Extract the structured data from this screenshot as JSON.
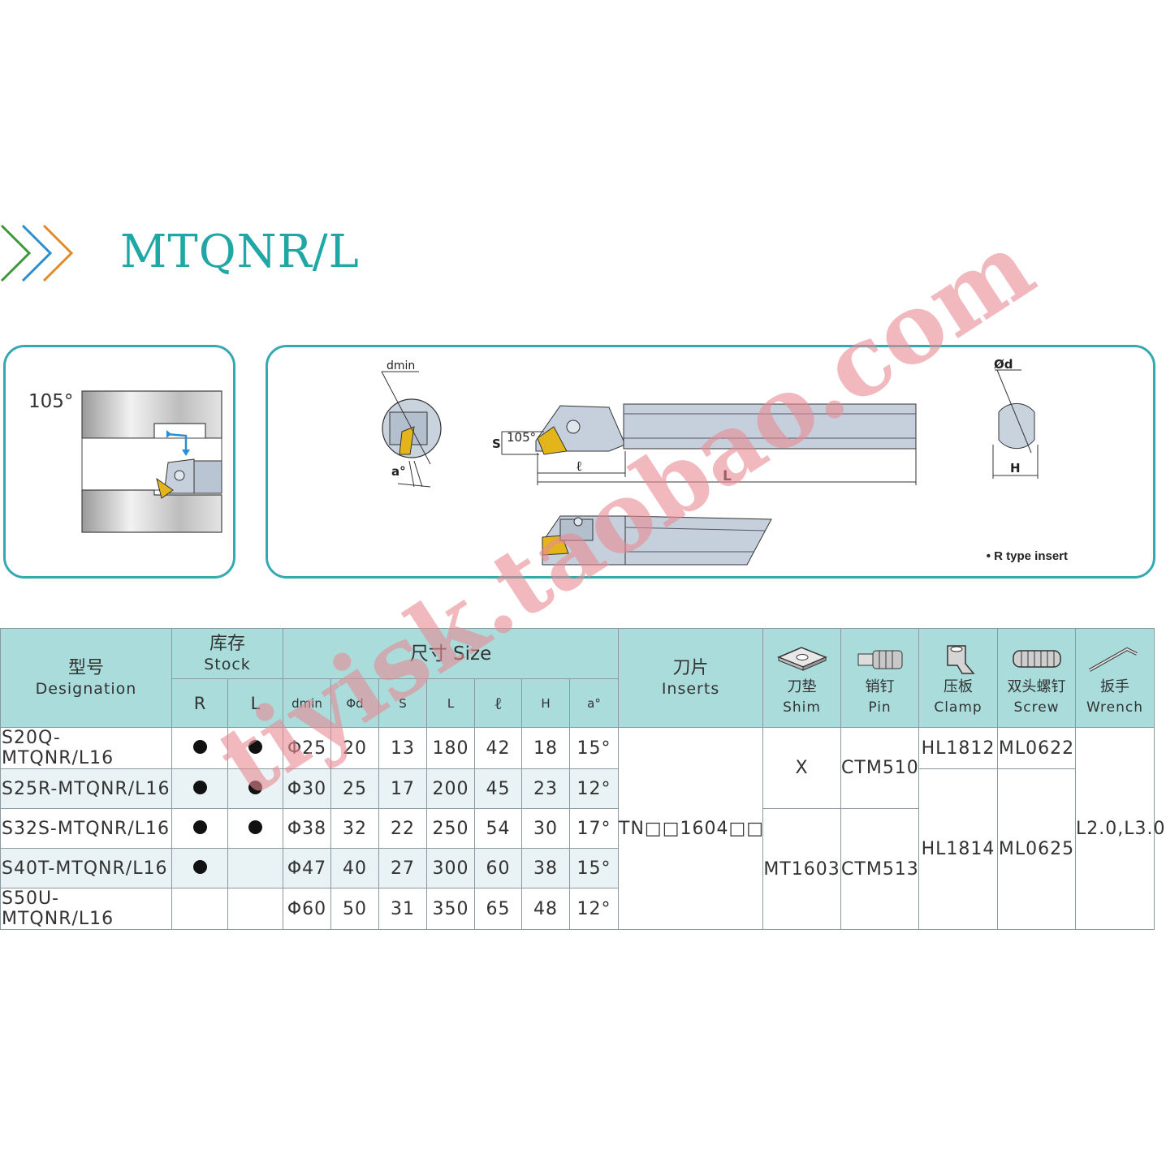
{
  "header": {
    "title": "MTQNR/L"
  },
  "diagram": {
    "angle_label": "105°",
    "label_dmin": "dmin",
    "label_od": "Ød",
    "label_s": "S",
    "label_angle": "105°",
    "label_a": "a°",
    "label_l_small": "ℓ",
    "label_L": "L",
    "label_H": "H",
    "note": "• R type insert"
  },
  "watermark": "tiyisk.taobao.com",
  "table": {
    "designation_cn": "型号",
    "designation_en": "Designation",
    "stock_cn": "库存",
    "stock_en": "Stock",
    "stock_r": "R",
    "stock_l": "L",
    "size_title": "尺寸 Size",
    "size_cols": [
      "dmin",
      "Φd",
      "S",
      "L",
      "ℓ",
      "H",
      "a°"
    ],
    "inserts_cn": "刀片",
    "inserts_en": "Inserts",
    "shim_cn": "刀垫",
    "shim_en": "Shim",
    "pin_cn": "销钉",
    "pin_en": "Pin",
    "clamp_cn": "压板",
    "clamp_en": "Clamp",
    "screw_cn": "双头螺钉",
    "screw_en": "Screw",
    "wrench_cn": "扳手",
    "wrench_en": "Wrench",
    "rows": [
      {
        "designation": "S20Q-MTQNR/L16",
        "r": true,
        "l": true,
        "dmin": "Φ25",
        "d": "20",
        "s": "13",
        "L": "180",
        "l_small": "42",
        "h": "18",
        "a": "15°"
      },
      {
        "designation": "S25R-MTQNR/L16",
        "r": true,
        "l": true,
        "dmin": "Φ30",
        "d": "25",
        "s": "17",
        "L": "200",
        "l_small": "45",
        "h": "23",
        "a": "12°"
      },
      {
        "designation": "S32S-MTQNR/L16",
        "r": true,
        "l": true,
        "dmin": "Φ38",
        "d": "32",
        "s": "22",
        "L": "250",
        "l_small": "54",
        "h": "30",
        "a": "17°"
      },
      {
        "designation": "S40T-MTQNR/L16",
        "r": true,
        "l": false,
        "dmin": "Φ47",
        "d": "40",
        "s": "27",
        "L": "300",
        "l_small": "60",
        "h": "38",
        "a": "15°"
      },
      {
        "designation": "S50U-MTQNR/L16",
        "r": false,
        "l": false,
        "dmin": "Φ60",
        "d": "50",
        "s": "31",
        "L": "350",
        "l_small": "65",
        "h": "48",
        "a": "12°"
      }
    ],
    "insert": "TN□□1604□□",
    "shim_a": "X",
    "shim_b": "MT1603",
    "pin_a": "CTM510",
    "pin_b": "CTM513",
    "clamp_a": "HL1812",
    "clamp_b": "HL1814",
    "screw_a": "ML0622",
    "screw_b": "ML0625",
    "wrench": "L2.0,L3.0"
  }
}
